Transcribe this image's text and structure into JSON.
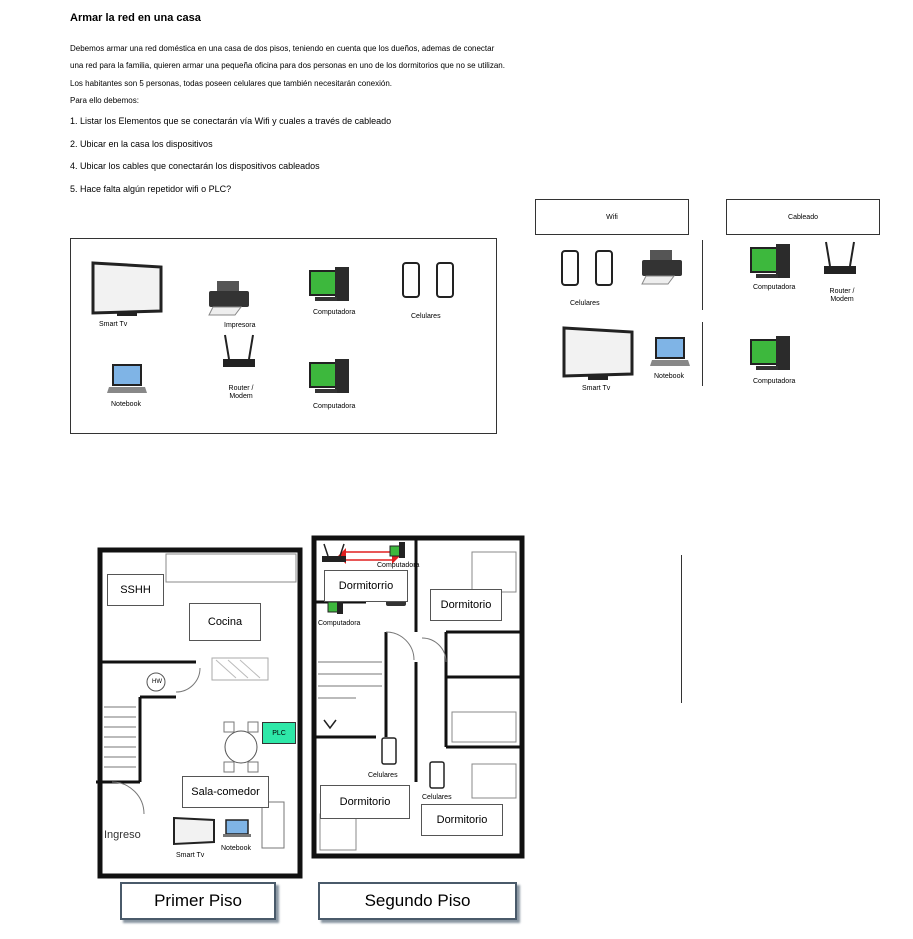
{
  "doc": {
    "title": "Armar la red en una casa",
    "intro": [
      "Debemos armar una red doméstica en una casa de dos pisos, teniendo en cuenta que los dueños, ademas de conectar",
      "una red para la familia, quieren armar una pequeña oficina para dos personas en uno de los dormitorios que no se utilizan.",
      "Los habitantes son 5 personas, todas poseen celulares que también necesitarán conexión.",
      "Para ello debemos:"
    ],
    "tasks": [
      "1. Listar los Elementos que se conectarán vía Wifi y cuales a través de cableado",
      "2. Ubicar en la casa los dispositivos",
      "4. Ubicar los cables que conectarán los dispositivos cableados",
      "5. Hace falta algún repetidor wifi o PLC?"
    ]
  },
  "inventory": {
    "smart_tv": "Smart Tv",
    "impresora": "Impresora",
    "computadora1": "Computadora",
    "celulares": "Celulares",
    "notebook": "Notebook",
    "router": "Router / Modem",
    "computadora2": "Computadora"
  },
  "classification": {
    "wifi_header": "Wifi",
    "cableado_header": "Cableado",
    "wifi_celulares": "Celulares",
    "wifi_smart_tv": "Smart Tv",
    "wifi_notebook": "Notebook",
    "cab_computadora1": "Computadora",
    "cab_router": "Router / Modem",
    "cab_computadora2": "Computadora"
  },
  "floorplan": {
    "primer_piso": "Primer Piso",
    "segundo_piso": "Segundo Piso",
    "rooms": {
      "sshh": "SSHH",
      "cocina": "Cocina",
      "sala": "Sala-comedor",
      "dormitorio1": "Dormitorrio",
      "dormitorio2": "Dormitorio",
      "dormitorio3": "Dormitorio",
      "dormitorio4": "Dormitorio"
    },
    "ingreso": "Ingreso",
    "hw": "HW",
    "plc": "PLC",
    "labels": {
      "computadora_top": "Computadora",
      "computadora_left": "Computadora",
      "celulares_a": "Celulares",
      "celulares_b": "Celulares",
      "smart_tv": "Smart Tv",
      "notebook": "Notebook"
    }
  },
  "colors": {
    "screen_green": "#3db83d",
    "plc": "#2ee8a8",
    "wall": "#111111",
    "arrow": "#e02020"
  }
}
